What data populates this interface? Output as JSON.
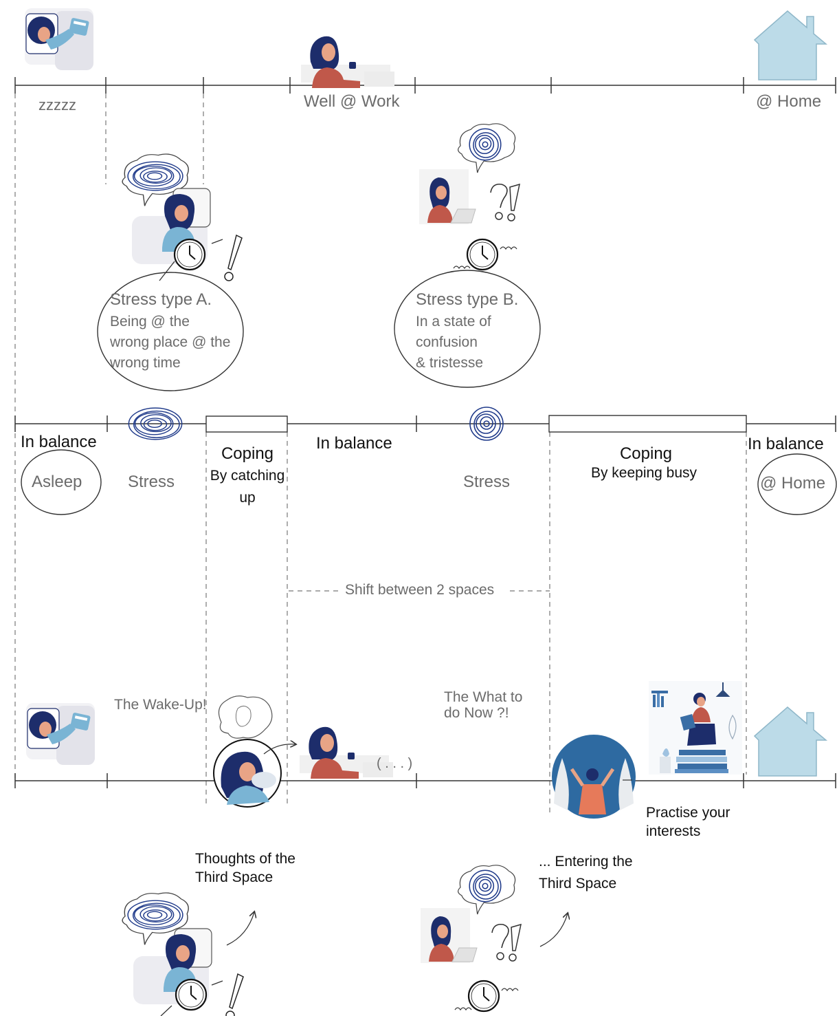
{
  "timeline_top": {
    "labels": [
      "zzzzz",
      "Well @ Work",
      "@ Home"
    ]
  },
  "stress_cards": {
    "a": {
      "title": "Stress type A.",
      "lines": "Being @ the\nwrong place @ the\nwrong time"
    },
    "b": {
      "title": "Stress type B.",
      "lines": "In a state of\nconfusion\n& tristesse"
    }
  },
  "timeline_mid": {
    "segments": [
      {
        "title": "In balance",
        "sub": "Asleep"
      },
      {
        "title": "",
        "sub": "Stress"
      },
      {
        "title": "Coping",
        "sub": "By catching\nup"
      },
      {
        "title": "In balance",
        "sub": ""
      },
      {
        "title": "",
        "sub": "Stress"
      },
      {
        "title": "Coping",
        "sub": "By keeping busy"
      },
      {
        "title": "In balance",
        "sub": "@ Home"
      }
    ]
  },
  "shift_label": "Shift between 2 spaces",
  "timeline_bottom": {
    "wake_up": "The Wake-Up!",
    "what_now": "The What to\ndo Now ?!",
    "ellipsis": "( . . . )",
    "practise": "Practise  your\ninterests"
  },
  "bottom_notes": {
    "thoughts": "Thoughts of the\nThird Space",
    "entering": "... Entering the\nThird Space"
  },
  "colors": {
    "line": "#333333",
    "scribble": "#1f3a8a",
    "house": "#bcdbe8",
    "skin": "#e8a486",
    "hair": "#1d2d6b",
    "shirt_red": "#c0584a",
    "shirt_blue": "#7ab4d4",
    "circle_blue": "#2e6aa1"
  }
}
